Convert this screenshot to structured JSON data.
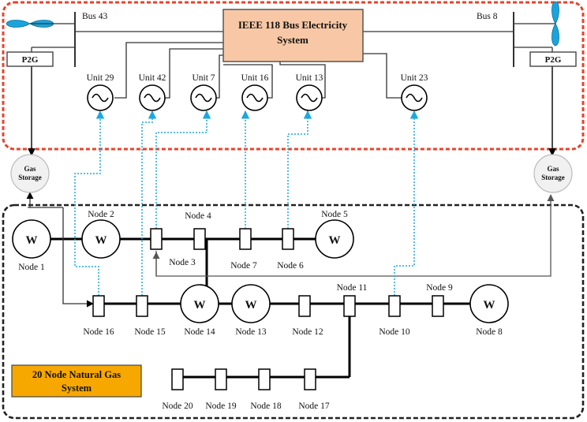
{
  "central_box": {
    "line1": "IEEE 118 Bus  Electricity",
    "line2": "System",
    "fill": "#f8c8a6"
  },
  "legend_box": {
    "line1": "20 Node Natural Gas",
    "line2": "System",
    "fill": "#f7a800"
  },
  "regions": {
    "electric_border": "#e8432b",
    "gas_border": "#222222"
  },
  "colors": {
    "coupling": "#1aa8e0",
    "pipeline": "#000000",
    "thin": "#333333"
  },
  "buses": [
    {
      "id": "bus43",
      "label": "Bus 43"
    },
    {
      "id": "bus8",
      "label": "Bus 8"
    }
  ],
  "p2g": [
    {
      "id": "p2g-left",
      "label": "P2G"
    },
    {
      "id": "p2g-right",
      "label": "P2G"
    }
  ],
  "storage": [
    {
      "id": "storage-left",
      "line1": "Gas",
      "line2": "Storage"
    },
    {
      "id": "storage-right",
      "line1": "Gas",
      "line2": "Storage"
    }
  ],
  "wind_turbines": [
    {
      "id": "wind-left",
      "icon": "wind-turbine-icon"
    },
    {
      "id": "wind-right",
      "icon": "wind-turbine-icon"
    }
  ],
  "units": [
    {
      "id": "u29",
      "label": "Unit 29",
      "icon": "generator-icon"
    },
    {
      "id": "u42",
      "label": "Unit 42",
      "icon": "generator-icon"
    },
    {
      "id": "u7",
      "label": "Unit 7",
      "icon": "generator-icon"
    },
    {
      "id": "u16",
      "label": "Unit 16",
      "icon": "generator-icon"
    },
    {
      "id": "u13",
      "label": "Unit 13",
      "icon": "generator-icon"
    },
    {
      "id": "u23",
      "label": "Unit 23",
      "icon": "generator-icon"
    }
  ],
  "well_symbol": "W",
  "gas_wells": [
    {
      "id": "n1",
      "label": "Node 1"
    },
    {
      "id": "n2",
      "label": "Node 2"
    },
    {
      "id": "n5",
      "label": "Node 5"
    },
    {
      "id": "n14",
      "label": "Node 14"
    },
    {
      "id": "n13",
      "label": "Node 13"
    },
    {
      "id": "n8",
      "label": "Node 8"
    }
  ],
  "gas_nodes": [
    {
      "id": "n3",
      "label": "Node 3"
    },
    {
      "id": "n4",
      "label": "Node 4"
    },
    {
      "id": "n7",
      "label": "Node 7"
    },
    {
      "id": "n6",
      "label": "Node 6"
    },
    {
      "id": "n16",
      "label": "Node 16"
    },
    {
      "id": "n15",
      "label": "Node 15"
    },
    {
      "id": "n12",
      "label": "Node 12"
    },
    {
      "id": "n11",
      "label": "Node 11"
    },
    {
      "id": "n10",
      "label": "Node 10"
    },
    {
      "id": "n9",
      "label": "Node 9"
    },
    {
      "id": "n20",
      "label": "Node 20"
    },
    {
      "id": "n19",
      "label": "Node 19"
    },
    {
      "id": "n18",
      "label": "Node 18"
    },
    {
      "id": "n17",
      "label": "Node 17"
    }
  ]
}
